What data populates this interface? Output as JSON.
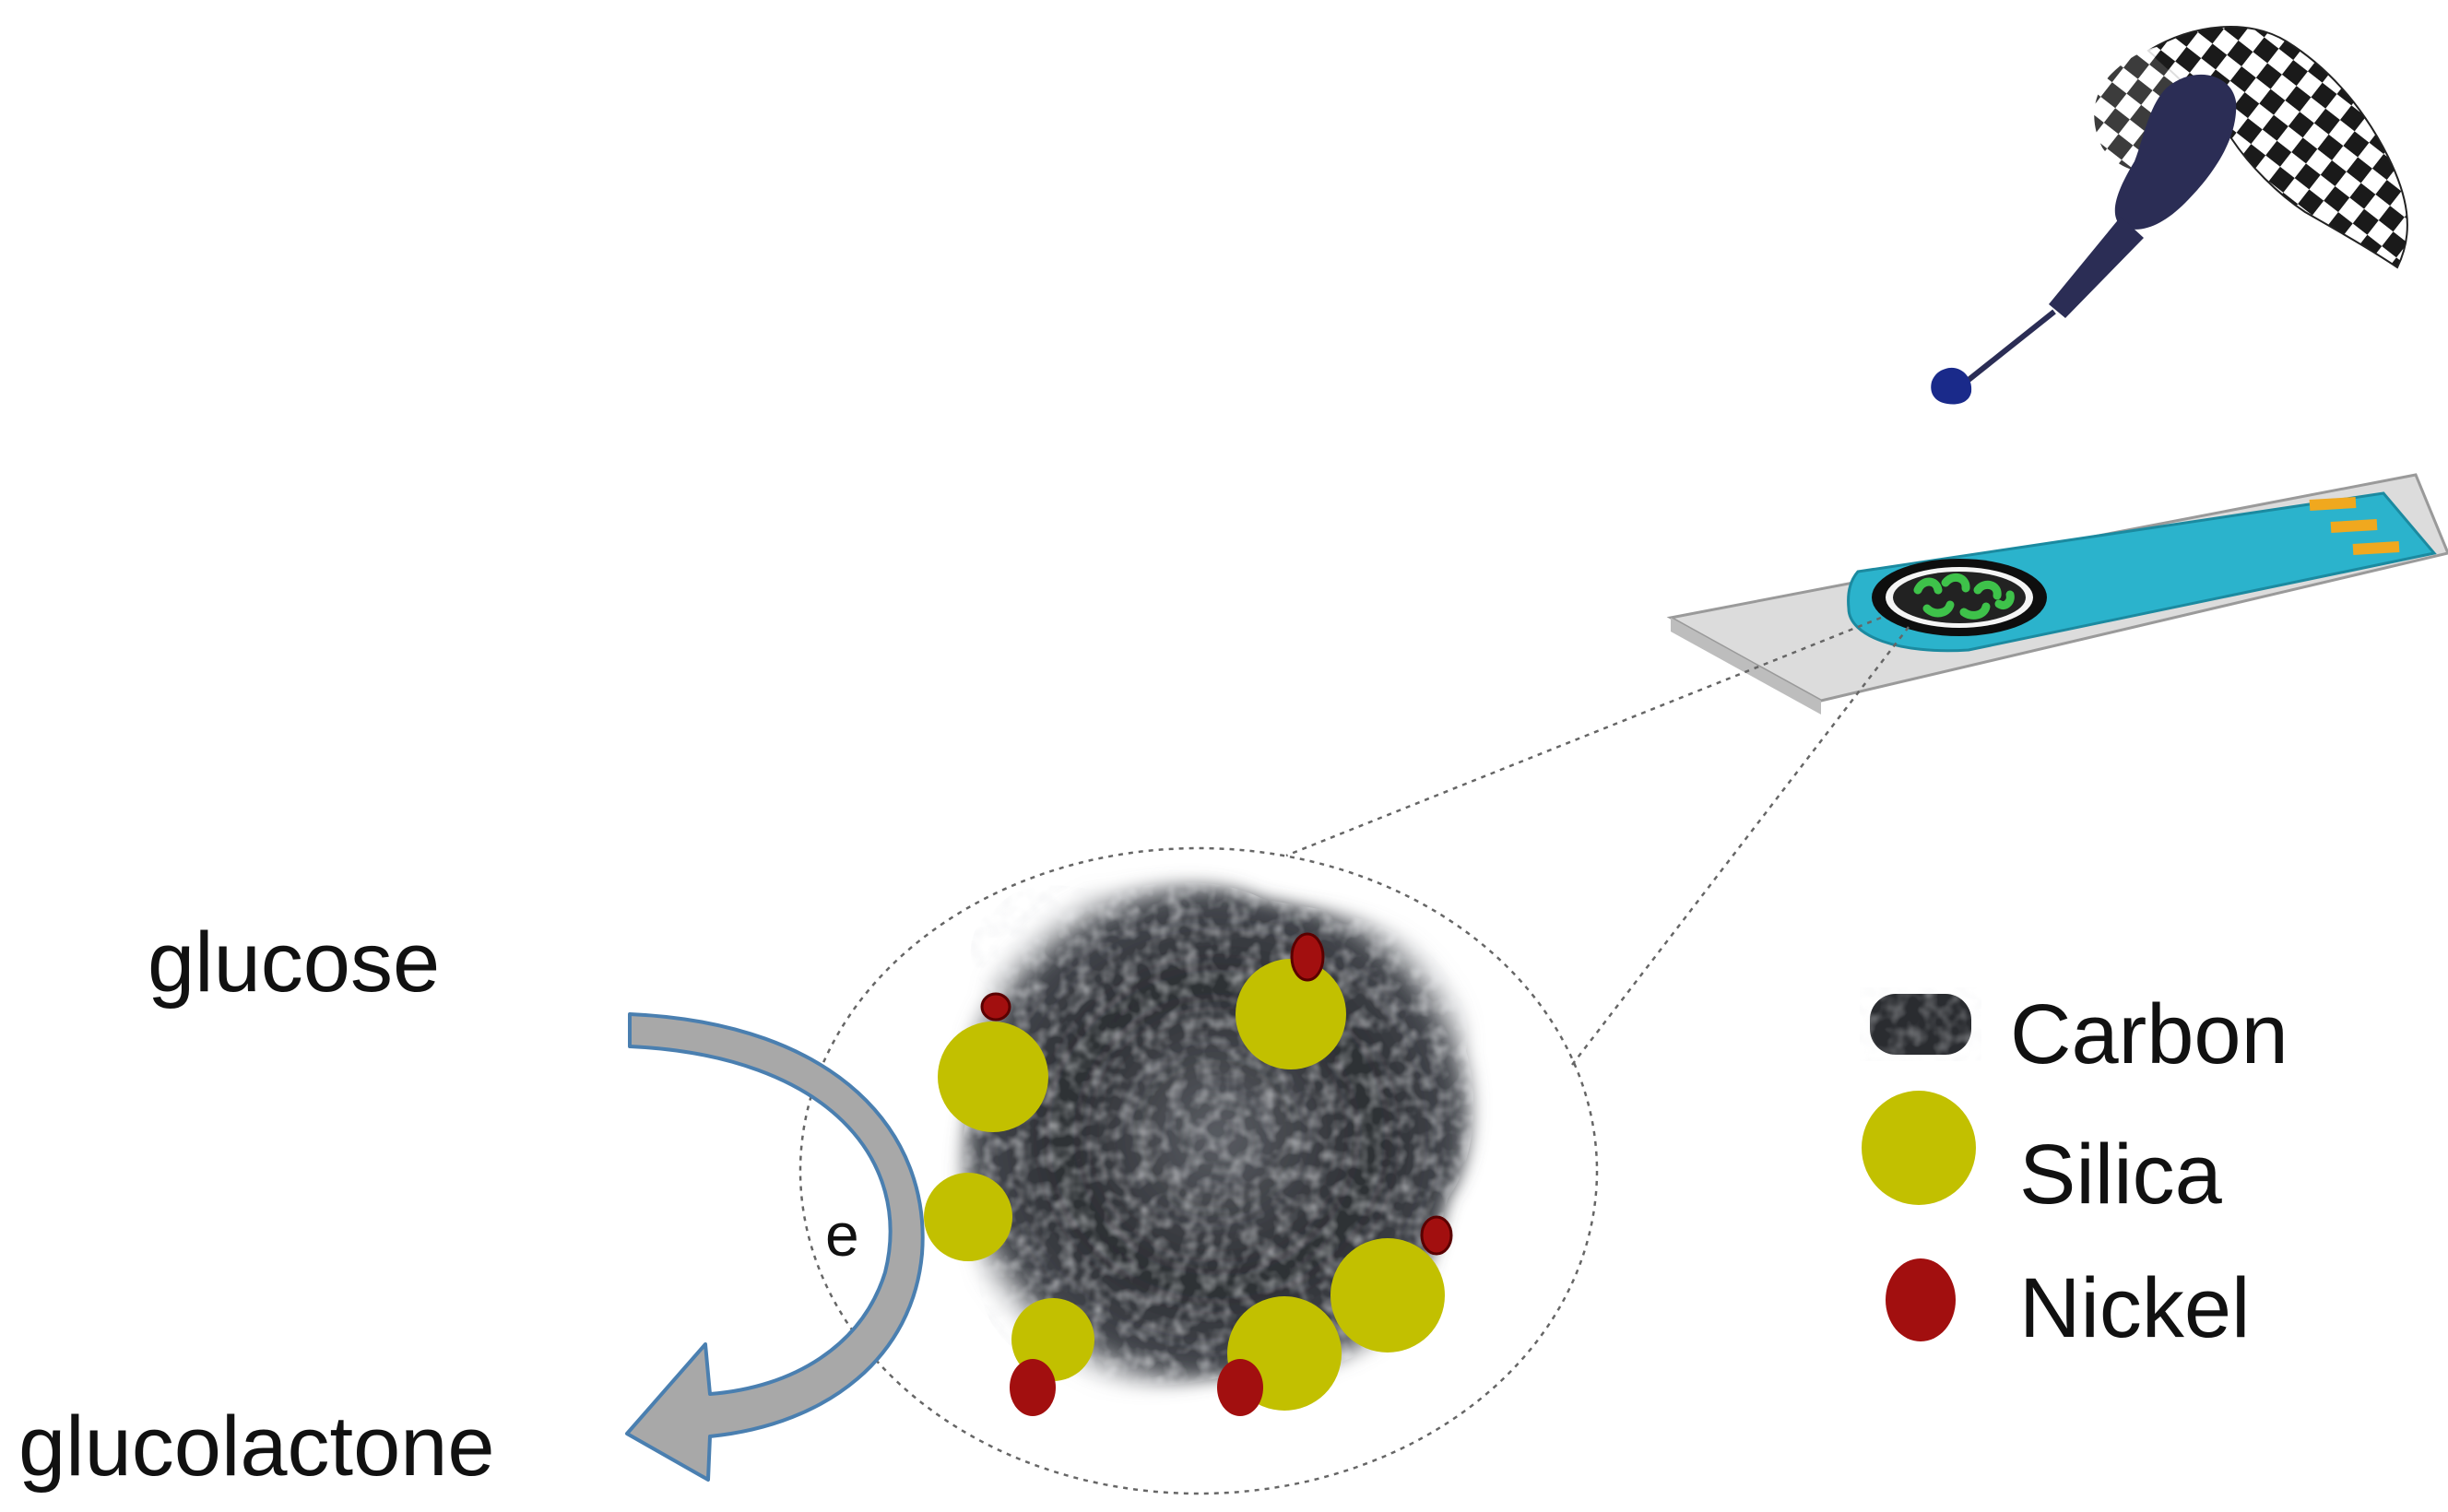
{
  "labels": {
    "substrate": "glucose",
    "product": "glucolactone",
    "electron": "e"
  },
  "legend": [
    {
      "name": "Carbon",
      "icon": "carbon-particle-icon",
      "color": "#2a2c30"
    },
    {
      "name": "Silica",
      "icon": "silica-sphere-icon",
      "color": "#c2c000"
    },
    {
      "name": "Nickel",
      "icon": "nickel-particle-icon",
      "color": "#a20f0f"
    }
  ],
  "colors": {
    "strip_blue": "#2bb3cc",
    "strip_gray": "#dcdcdc",
    "electrode_green": "#3ec24a",
    "contacts_orange": "#f0a81e",
    "arrow_fill": "#a8a8a8",
    "arrow_outline": "#4a7fb0",
    "blood_drop": "#1a2a8a",
    "lancet_dark": "#2b2d55"
  },
  "icons": [
    "lancet-icon",
    "blood-drop-icon",
    "test-strip-icon"
  ]
}
